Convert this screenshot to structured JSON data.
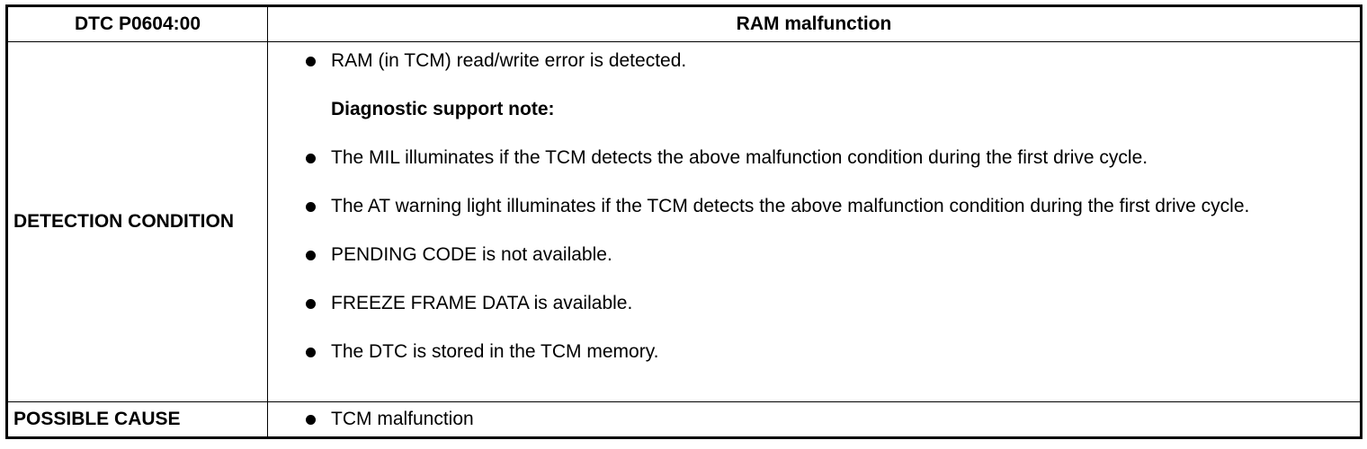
{
  "header": {
    "code": "DTC P0604:00",
    "title": "RAM malfunction"
  },
  "detection": {
    "label": "DETECTION CONDITION",
    "first_item": "RAM (in TCM) read/write error is detected.",
    "note_heading": "Diagnostic support note:",
    "items": [
      "The MIL illuminates if the TCM detects the above malfunction condition during the first drive cycle.",
      "The AT warning light illuminates if the TCM detects the above malfunction condition during the first drive cycle.",
      "PENDING CODE is not available.",
      "FREEZE FRAME DATA is available.",
      "The DTC is stored in the TCM memory."
    ]
  },
  "cause": {
    "label": "POSSIBLE CAUSE",
    "items": [
      "TCM malfunction"
    ]
  }
}
